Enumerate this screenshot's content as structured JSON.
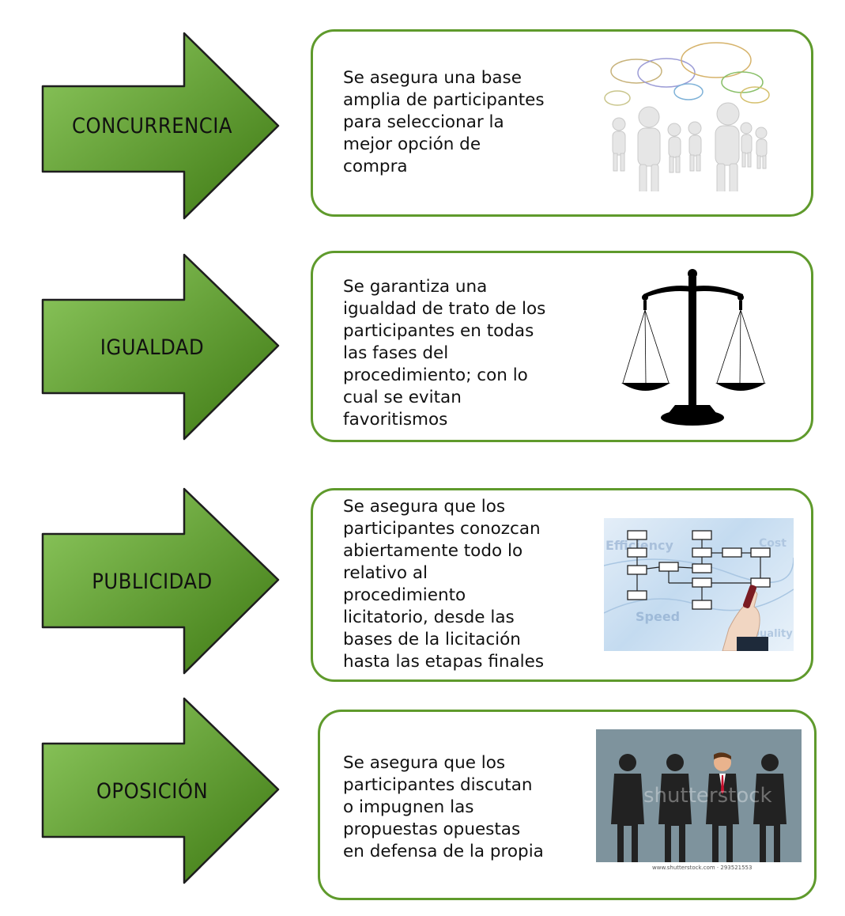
{
  "colors": {
    "arrow_light": "#8cc65c",
    "arrow_dark": "#3f7a14",
    "card_border": "#5f9a2c"
  },
  "principles": [
    {
      "title": "CONCURRENCIA",
      "text": "Se asegura una base\namplia de participantes\npara seleccionar la\nmejor opción de\ncompra",
      "image": "people-speech-bubbles-illustration"
    },
    {
      "title": "IGUALDAD",
      "text": "Se garantiza una\nigualdad de trato de los\nparticipantes en todas\nlas fases del\nprocedimiento; con lo\ncual se evitan\nfavoritismos",
      "image": "balance-scale-icon"
    },
    {
      "title": "PUBLICIDAD",
      "text": "Se asegura que los\nparticipantes conozcan\nabiertamente todo lo\nrelativo al\nprocedimiento\nlicitatorio, desde las\nbases de la licitación\nhasta las etapas finales",
      "image": "flowchart-hand-drawing-photo",
      "image_words": [
        "Efficiency",
        "Cost",
        "Speed",
        "Quality"
      ]
    },
    {
      "title": "OPOSICIÓN",
      "text": "Se asegura que los\nparticipantes discutan\no impugnen las\npropuestas opuestas\nen defensa de la propia",
      "image": "businessmen-team-illustration",
      "watermark": "shutterstock",
      "caption": "www.shutterstock.com · 293521553"
    }
  ]
}
